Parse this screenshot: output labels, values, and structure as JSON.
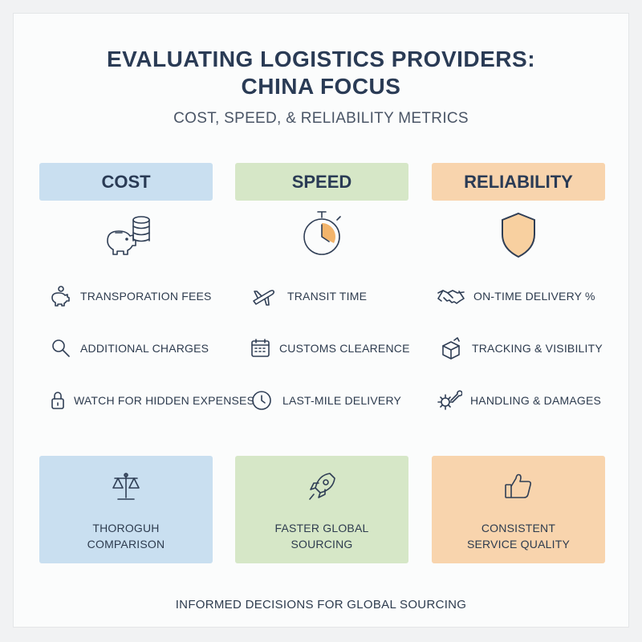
{
  "title_line1": "EVALUATING LOGISTICS PROVIDERS:",
  "title_line2": "CHINA FOCUS",
  "subtitle": "COST, SPEED, & RELIABILITY METRICS",
  "colors": {
    "cost": "#c9dff0",
    "speed": "#d6e7c7",
    "reliability": "#f8d4ad",
    "accent_orange": "#f2b46b"
  },
  "columns": [
    {
      "heading": "COST",
      "icon": "piggy-bank-coins-icon",
      "items": [
        {
          "icon": "piggy-bank-icon",
          "label": "TRANSPORATION FEES"
        },
        {
          "icon": "magnifier-icon",
          "label": "ADDITIONAL CHARGES"
        },
        {
          "icon": "padlock-icon",
          "label": "WATCH FOR HIDDEN EXPENSES"
        }
      ],
      "summary": {
        "icon": "balance-scale-icon",
        "line1": "THOROGUH",
        "line2": "COMPARISON"
      }
    },
    {
      "heading": "SPEED",
      "icon": "stopwatch-icon",
      "items": [
        {
          "icon": "airplane-icon",
          "label": "TRANSIT TIME"
        },
        {
          "icon": "calendar-icon",
          "label": "CUSTOMS CLEARENCE"
        },
        {
          "icon": "clock-icon",
          "label": "LAST-MILE DELIVERY"
        }
      ],
      "summary": {
        "icon": "rocket-icon",
        "line1": "FASTER GLOBAL",
        "line2": "SOURCING"
      }
    },
    {
      "heading": "RELIABILITY",
      "icon": "shield-icon",
      "items": [
        {
          "icon": "handshake-icon",
          "label": "ON-TIME DELIVERY %"
        },
        {
          "icon": "package-icon",
          "label": "TRACKING & VISIBILITY"
        },
        {
          "icon": "gear-wrench-icon",
          "label": "HANDLING & DAMAGES"
        }
      ],
      "summary": {
        "icon": "thumbs-up-icon",
        "line1": "CONSISTENT",
        "line2": "SERVICE QUALITY"
      }
    }
  ],
  "footer": "INFORMED DECISIONS FOR GLOBAL SOURCING"
}
